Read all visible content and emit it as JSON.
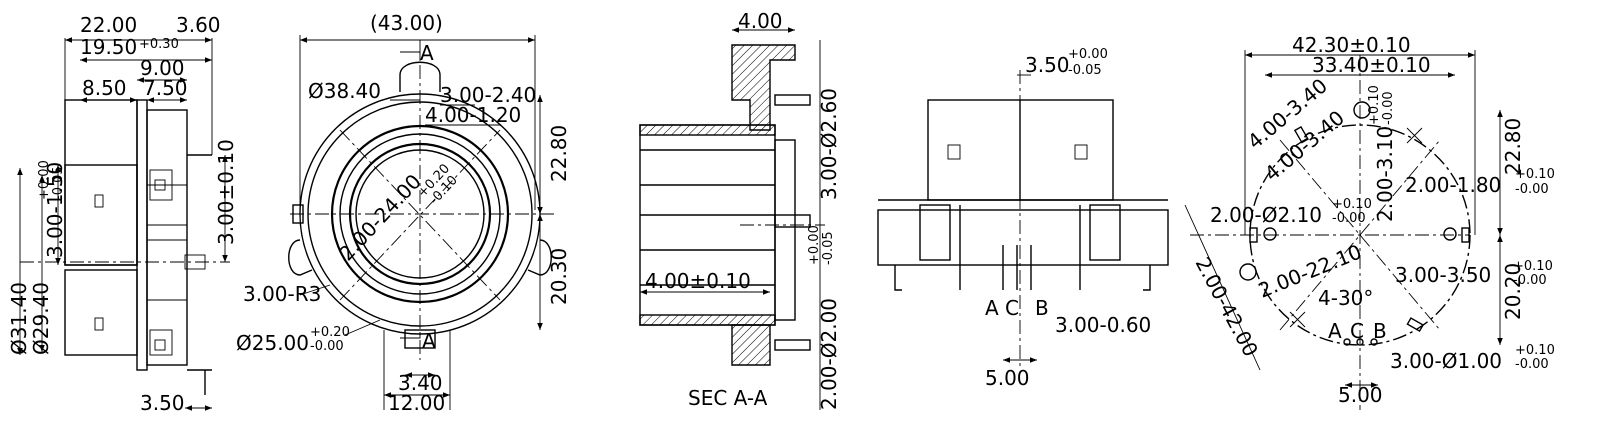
{
  "view_left": {
    "d_22_00": "22.00",
    "d_3_60": "3.60",
    "d_19_50": "19.50",
    "d_19_50_tol": "+0.30",
    "d_9_00": "9.00",
    "d_8_50": "8.50",
    "d_7_50": "7.50",
    "d_1_50_tol_up": "+0.00",
    "d_1_50_tol_dn": "-0.05",
    "d_1_50": "3.00-1.50",
    "d_3_00": "3.00±0.10",
    "d_31_40": "Ø31.40",
    "d_29_40": "Ø29.40",
    "d_3_50": "3.50"
  },
  "view_front": {
    "d_43_00": "(43.00)",
    "section_mark": "A",
    "d_38_40": "Ø38.40",
    "d_2_40": "3.00-2.40",
    "d_1_20": "4.00-1.20",
    "d_24_00": "2.00-24.00",
    "d_24_tol_up": "+0.20",
    "d_24_tol_dn": "-0.10",
    "d_22_80": "22.80",
    "d_r3": "3.00-R3",
    "d_25_00": "Ø25.00",
    "d_25_tol_up": "+0.20",
    "d_25_tol_dn": "-0.00",
    "d_20_30": "20.30",
    "d_3_40": "3.40",
    "d_12_00": "12.00"
  },
  "view_section": {
    "d_4_00_top": "4.00",
    "d_2_60": "3.00-Ø2.60",
    "d_4_00": "4.00±0.10",
    "d_2_00": "2.00-Ø2.00",
    "d_2_00_tol_up": "+0.00",
    "d_2_00_tol_dn": "-0.05",
    "title": "SEC  A-A"
  },
  "view_side": {
    "d_3_50": "3.50",
    "d_3_50_tol_up": "+0.00",
    "d_3_50_tol_dn": "-0.05",
    "pin_a": "A",
    "pin_c": "C",
    "pin_b": "B",
    "d_0_60": "3.00-0.60",
    "d_5_00": "5.00"
  },
  "view_footprint": {
    "d_42_30": "42.30±0.10",
    "d_33_40": "33.40±0.10",
    "d_3_40a": "4.00-3.40",
    "d_3_40b": "4.00-3.40",
    "d_3_10": "2.00-3.10",
    "d_3_10_tol_up": "+0.10",
    "d_3_10_tol_dn": "-0.00",
    "d_22_80": "22.80",
    "d_1_80": "2.00-1.80",
    "d_1_80_tol_up": "+0.10",
    "d_1_80_tol_dn": "-0.00",
    "d_2_10": "2.00-Ø2.10",
    "d_2_10_tol_up": "+0.10",
    "d_2_10_tol_dn": "-0.00",
    "d_42_00": "2.00-42.00",
    "d_22_10": "2.00-22.10",
    "d_3_50": "3.00-3.50",
    "d_3_50_tol_up": "+0.10",
    "d_3_50_tol_dn": "-0.00",
    "d_30": "4-30°",
    "d_20_20": "20.20",
    "pin_a": "A",
    "pin_c": "C",
    "pin_b": "B",
    "d_1_00": "3.00-Ø1.00",
    "d_1_00_tol_up": "+0.10",
    "d_1_00_tol_dn": "-0.00",
    "d_5_00": "5.00"
  }
}
